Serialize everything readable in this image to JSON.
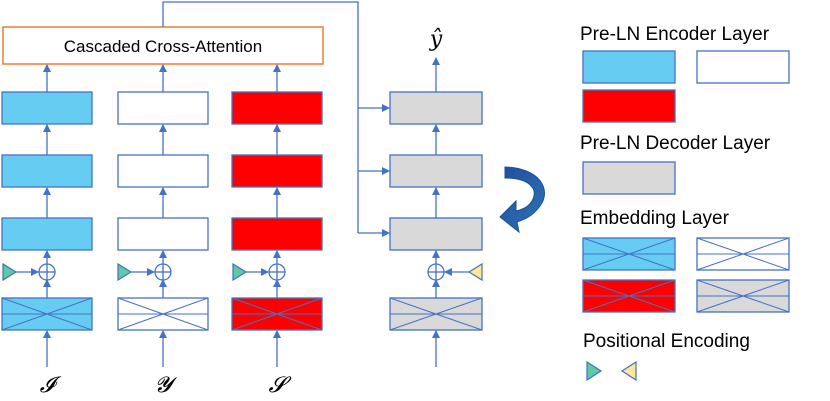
{
  "diagram": {
    "cross_attention_label": "Cascaded Cross-Attention",
    "inputs": [
      "𝓘",
      "𝓨",
      "𝓢"
    ],
    "output_label": "ŷ"
  },
  "legend": {
    "encoder_title": "Pre-LN Encoder Layer",
    "decoder_title": "Pre-LN Decoder Layer",
    "embedding_title": "Embedding Layer",
    "positional_title": "Positional Encoding"
  },
  "colors": {
    "blue": "#66ccf2",
    "red": "#ff0000",
    "gray": "#d9d9d9",
    "border": "#4472c4",
    "orange": "#ed7d31",
    "arrow_blue": "#2e75b6",
    "pos_green": "#5fc9a6",
    "pos_yellow": "#ffe699"
  }
}
